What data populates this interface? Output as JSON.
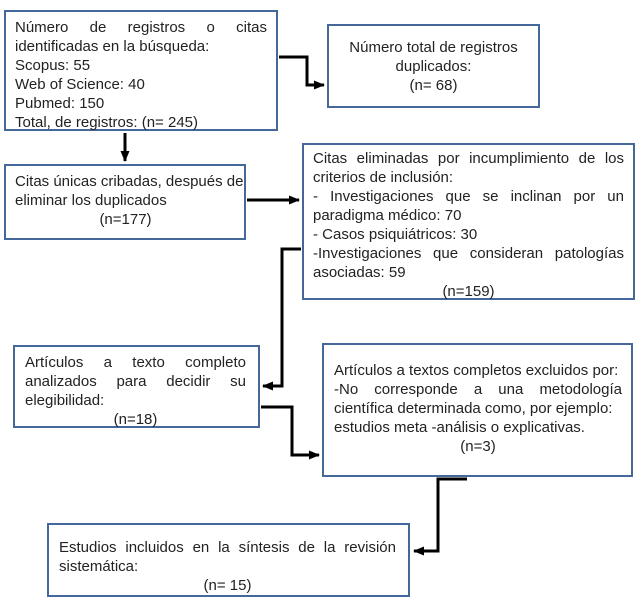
{
  "colors": {
    "box_border": "#45689B",
    "arrow": "#000000",
    "text": "#222222",
    "background": "#FFFFFF"
  },
  "boxes": {
    "identified": {
      "lines": [
        "Número de registros o citas",
        "identificadas en la búsqueda:",
        "Scopus: 55",
        "Web of Science: 40",
        "Pubmed: 150",
        "Total, de registros: (n= 245)"
      ]
    },
    "duplicates": {
      "lines": [
        "Número total de registros",
        "duplicados:",
        "(n= 68)"
      ]
    },
    "screened": {
      "lines": [
        "Citas únicas cribadas, después de",
        "eliminar los duplicados",
        "(n=177)"
      ]
    },
    "excluded_criteria": {
      "lines": [
        "Citas eliminadas por incumplimiento de los",
        "criterios de inclusión:",
        "- Investigaciones que se inclinan por un",
        "paradigma médico: 70",
        "- Casos psiquiátricos: 30",
        "-Investigaciones que consideran patologías",
        "asociadas: 59",
        "(n=159)"
      ]
    },
    "fulltext": {
      "lines": [
        "Artículos a texto completo",
        "analizados para decidir su",
        "elegibilidad:",
        "(n=18)"
      ]
    },
    "excluded_fulltext": {
      "lines": [
        "Artículos a textos completos excluidos por:",
        "-No corresponde a una metodología",
        "científica determinada como, por ejemplo:",
        "estudios meta -análisis o explicativas.",
        "(n=3)"
      ]
    },
    "included": {
      "lines": [
        "Estudios incluidos en la síntesis de la revisión",
        "sistemática:",
        "(n= 15)"
      ]
    }
  }
}
